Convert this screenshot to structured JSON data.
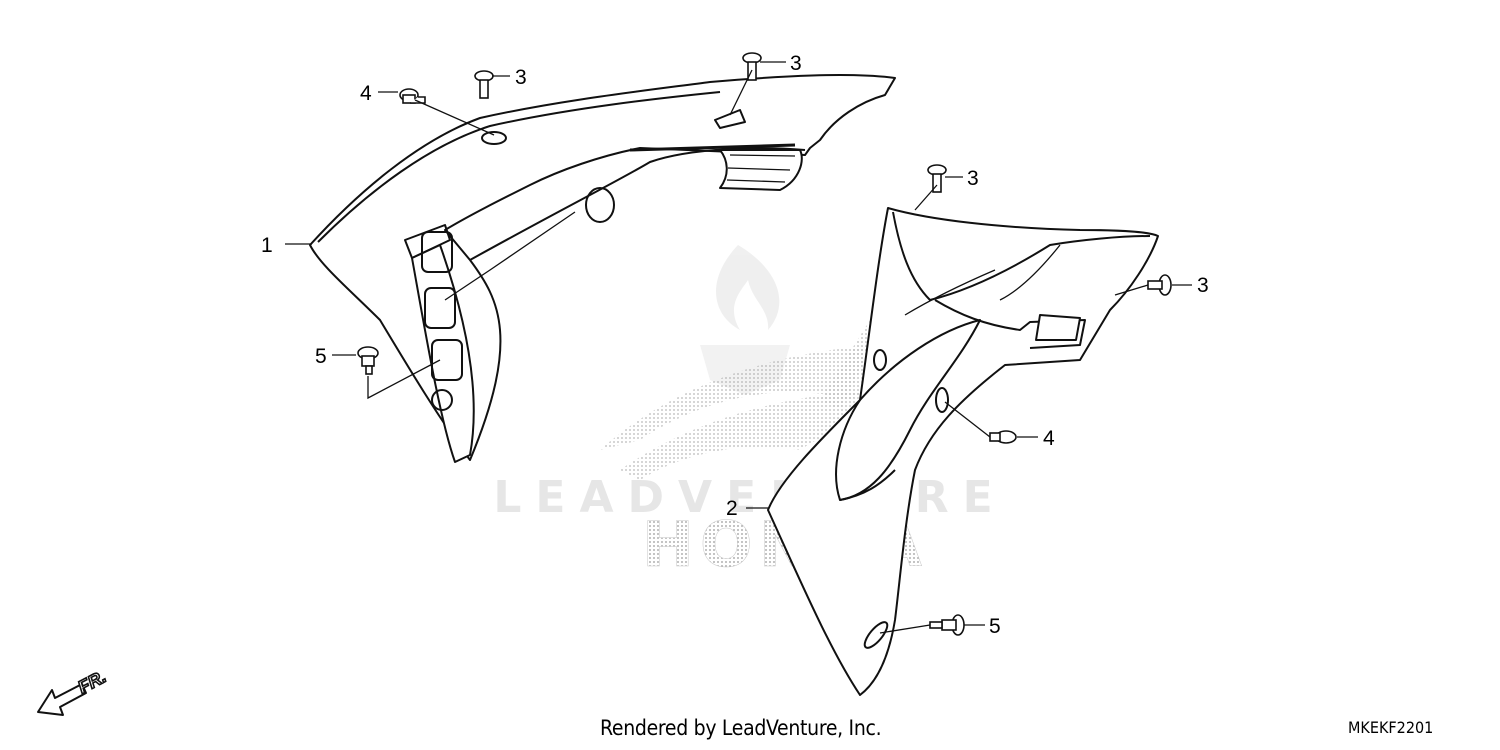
{
  "diagram": {
    "callouts": [
      {
        "id": "c1",
        "label": "1"
      },
      {
        "id": "c2",
        "label": "2"
      },
      {
        "id": "c3a",
        "label": "3"
      },
      {
        "id": "c3b",
        "label": "3"
      },
      {
        "id": "c3c",
        "label": "3"
      },
      {
        "id": "c3d",
        "label": "3"
      },
      {
        "id": "c4a",
        "label": "4"
      },
      {
        "id": "c4b",
        "label": "4"
      },
      {
        "id": "c5a",
        "label": "5"
      },
      {
        "id": "c5b",
        "label": "5"
      }
    ],
    "direction_label": "FR."
  },
  "watermark": {
    "top_text": "LEADVENTURE",
    "bottom_text": "HONDA"
  },
  "footer": {
    "credit": "Rendered by LeadVenture, Inc.",
    "diagram_code": "MKEKF2201"
  }
}
